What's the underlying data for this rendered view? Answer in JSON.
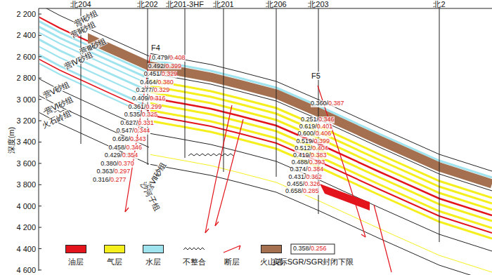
{
  "diagram": {
    "labels": [
      "北204",
      "北202",
      "北201-3HF",
      "北201",
      "北206",
      "北203",
      "北2",
      "2 200",
      "2 400",
      "2 600",
      "2 800",
      "3 000",
      "3 200",
      "3 400",
      "3 600",
      "3 800",
      "4 000",
      "4 200",
      "4 400",
      "4 600",
      "深度(m)",
      "营Ⅰ砂组",
      "营Ⅱ砂组",
      "营Ⅲ砂组",
      "营Ⅳ砂组",
      "营Ⅴ砂组",
      "营Ⅵ砂组",
      "火石岭组",
      "营Ⅶ砂组",
      "沙河子组",
      "F4",
      "F5",
      "0.479/",
      "0.408",
      "0.492/",
      "0.399",
      "0.451/",
      "0.329",
      "0.464/",
      "0.380",
      "0.277/",
      "0.329",
      "0.409/",
      "0.316",
      "0.361/",
      "0.299",
      "0.535/",
      "0.325",
      "0.627/",
      "0.331",
      "0.547/",
      "0.344",
      "0.656/",
      "0.343",
      "0.458/",
      "0.346",
      "0.429/",
      "0.354",
      "0.380/",
      "0.370",
      "0.363/",
      "0.297",
      "0.316/",
      "0.277",
      "0.360/",
      "0.387",
      "0.251/",
      "0.346",
      "0.619/",
      "0.401",
      "0.600/",
      "0.406",
      "0.519/",
      "0.399",
      "0.512/",
      "0.404",
      "0.419/",
      "0.383",
      "0.488/",
      "0.393",
      "0.374/",
      "0.384",
      "0.431/",
      "0.362",
      "0.455/",
      "0.326",
      "0.658/",
      "0.285",
      "0.358/",
      "0.256"
    ],
    "legend": [
      {
        "text": "油层",
        "color": "#e3141c"
      },
      {
        "text": "气层",
        "color": "#f6ef1e"
      },
      {
        "text": "水层",
        "color": "#9fe3ee"
      },
      {
        "text": "不整合"
      },
      {
        "text": "断层"
      },
      {
        "text": "火山岩",
        "color": "#a4704f"
      },
      {
        "text": "实际SGR/SGR封闭下限"
      }
    ]
  }
}
